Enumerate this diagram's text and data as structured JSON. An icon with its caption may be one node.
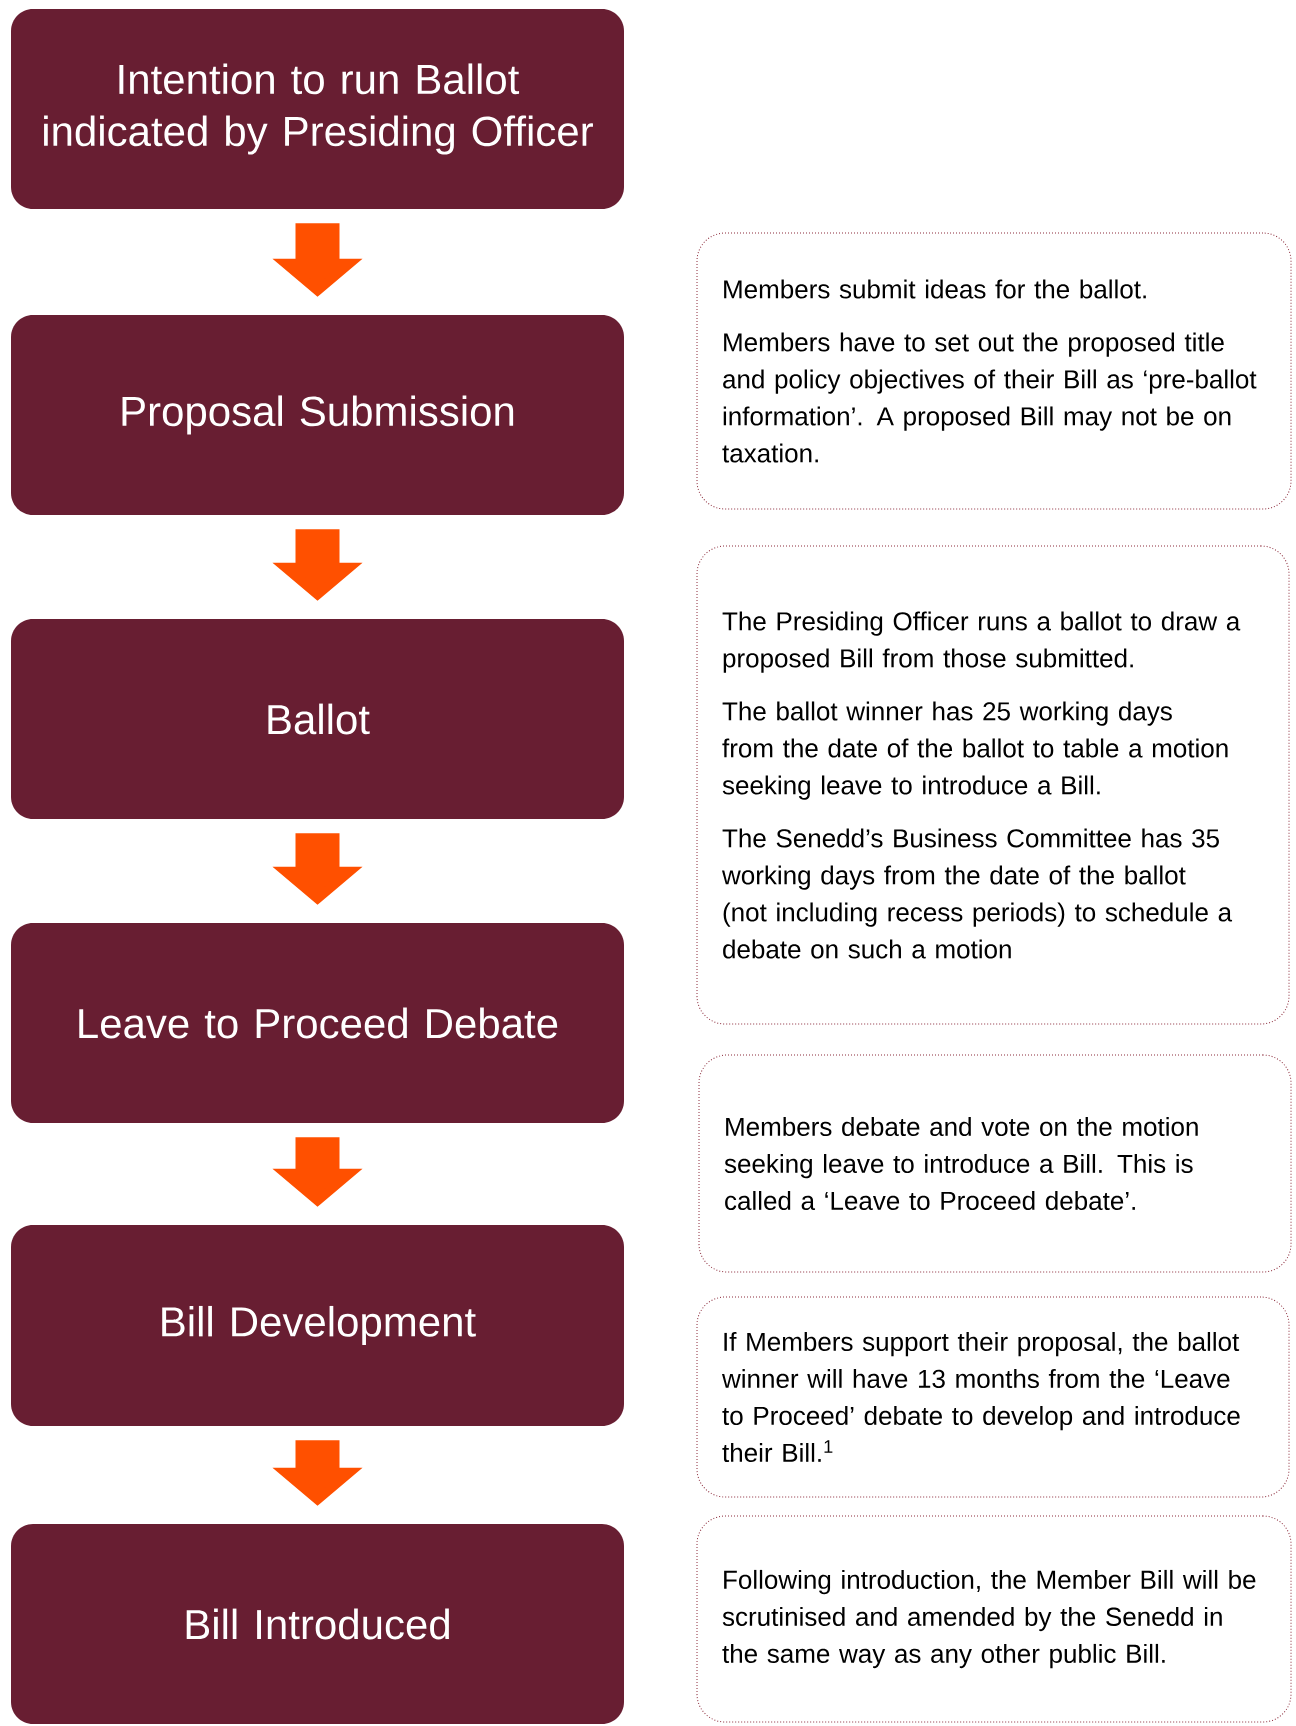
{
  "diagram": {
    "nodes": [
      {
        "text": [
          "Intention to run Ballot indicated by Presiding Officer"
        ]
      },
      {
        "text": [
          "Proposal Submission"
        ]
      },
      {
        "text": [
          "Ballot"
        ]
      },
      {
        "text": [
          "Leave to Proceed Debate"
        ]
      },
      {
        "text": [
          "Bill Development"
        ]
      },
      {
        "text": [
          "Bill Introduced"
        ]
      },
      {
        "text": [
          "Members submit ideas for the ballot.",
          "Members have to set out the proposed title and policy objectives of their Bill as ‘pre-ballot information’. A proposed Bill may not be on taxation."
        ]
      },
      {
        "text": [
          "The Presiding Officer runs a ballot to draw a proposed Bill from those submitted.",
          "The ballot winner has 25 working days from the date of the ballot to table a motion seeking leave to introduce a Bill.",
          "The Senedd’s Business Committee has 35 working days from the date of the ballot (not including recess periods) to schedule a debate on such a motion"
        ]
      },
      {
        "text": [
          "Members debate and vote on the motion seeking leave to introduce a Bill. This is called a ‘Leave to Proceed debate’."
        ]
      },
      {
        "text": [
          "If Members support their proposal, the ballot winner will have 13 months from the ‘Leave to Proceed’ debate to develop and introduce their Bill.$^{1}$"
        ]
      },
      {
        "text": [
          "Following introduction, the Member Bill will be scrutinised and amended by the Senedd in the same way as any other public Bill."
        ]
      }
    ],
    "edges": [
      {
        "from": 0,
        "to": 1,
        "arrow": "to"
      },
      {
        "from": 1,
        "to": 2,
        "arrow": "to"
      },
      {
        "from": 2,
        "to": 3,
        "arrow": "to"
      },
      {
        "from": 3,
        "to": 4,
        "arrow": "to"
      },
      {
        "from": 4,
        "to": 5,
        "arrow": "to"
      }
    ]
  }
}
